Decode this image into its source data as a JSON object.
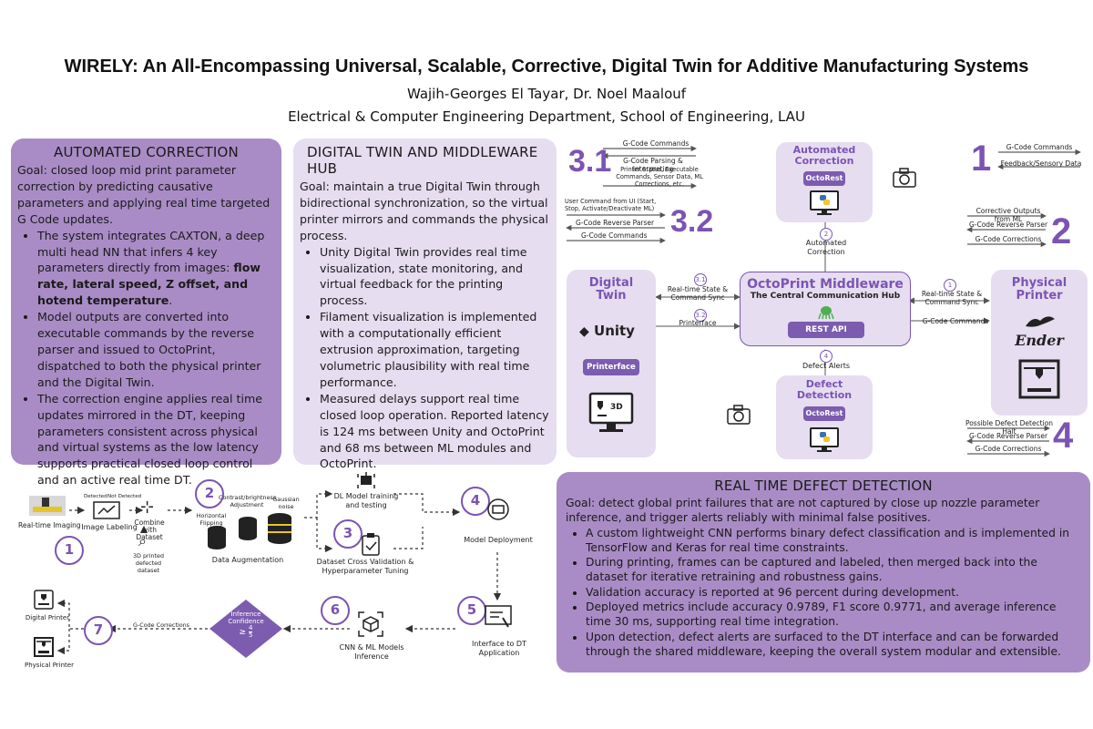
{
  "header": {
    "title": "WIRELY: An All-Encompassing Universal, Scalable, Corrective, Digital Twin for Additive Manufacturing Systems",
    "authors": "Wajih-Georges El Tayar, Dr. Noel Maalouf",
    "department": "Electrical & Computer Engineering Department, School of Engineering, LAU"
  },
  "automated_correction": {
    "heading": "AUTOMATED CORRECTION",
    "goal": "Goal: closed loop mid print parameter correction by predicting causative parameters and applying real time targeted G Code updates.",
    "b1_pre": "The system integrates CAXTON, a deep multi head NN that infers 4 key parameters directly from images: ",
    "b1_bold": "flow rate, lateral speed, Z offset, and hotend temperature",
    "b1_post": ".",
    "b2": "Model outputs are converted into executable commands by the reverse parser and issued to OctoPrint, dispatched to both the physical printer and the Digital Twin.",
    "b3": "The correction engine applies real time updates mirrored in the DT, keeping parameters consistent across physical and virtual systems as the low latency supports practical closed loop control and an active real time DT."
  },
  "digital_twin": {
    "heading": "DIGITAL TWIN AND MIDDLEWARE HUB",
    "goal": "Goal: maintain a true Digital Twin through bidirectional synchronization, so the virtual printer mirrors and commands the physical process.",
    "b1": "Unity Digital Twin provides real time visualization, state monitoring, and virtual feedback for the printing process.",
    "b2": "Filament visualization is implemented with a computationally efficient extrusion approximation, targeting volumetric plausibility with real time performance.",
    "b3": "Measured delays support real time closed loop operation. Reported latency is 124 ms between Unity and OctoPrint and 68 ms between ML modules and OctoPrint."
  },
  "defect_detection": {
    "heading": "REAL TIME DEFECT DETECTION",
    "goal": "Goal: detect global print failures that are not captured by close up nozzle parameter inference, and trigger alerts reliably with minimal false positives.",
    "b1": "A custom lightweight CNN performs binary defect classification and is implemented in TensorFlow and Keras for real time constraints.",
    "b2": "During printing, frames can be captured and labeled, then merged back into the dataset for iterative retraining and robustness gains.",
    "b3": "Validation accuracy is reported at 96 percent during development.",
    "b4": "Deployed metrics include accuracy 0.9789, F1 score 0.9771, and average inference time 30 ms, supporting real time integration.",
    "b5": "Upon detection, defect alerts are surfaced to the DT interface and can be forwarded through the shared middleware, keeping the overall system modular and extensible."
  },
  "architecture": {
    "n31": "3.1",
    "n32": "3.2",
    "n1": "1",
    "n2": "2",
    "n4": "4",
    "flow31_a": "G-Code Commands",
    "flow31_b": "G-Code Parsing & Interpreting",
    "flow31_c": "Printer Status, Executable Commands, Sensor Data, ML Corrections, etc.",
    "flow32_a": "User Command from UI (Start, Stop, Activate/Deactivate ML)",
    "flow32_b": "G-Code Reverse Parser",
    "flow32_c": "G-Code Commands",
    "flow1_a": "G-Code Commands",
    "flow1_b": "Feedback/Sensory Data",
    "flow2_a": "Corrective Outputs from ML",
    "flow2_b": "G-Code Reverse Parser",
    "flow2_c": "G-Code Corrections",
    "flow4_a": "Possible Defect Detection Halt",
    "flow4_b": "G-Code Reverse Parser",
    "flow4_c": "G-Code Corrections",
    "auto_title": "Automated Correction",
    "auto_btn": "OctoRest",
    "auto_arrow_num": "2",
    "auto_arrow_label": "Automated Correction",
    "mw_title": "OctoPrint Middleware",
    "mw_subtitle": "The Central Communication Hub",
    "mw_btn": "REST API",
    "dt_title": "Digital Twin",
    "unity_label": "Unity",
    "dt_btn": "Printerface",
    "dt_3d": "3D",
    "dt_arrow31_num": "3.1",
    "dt_arrow31_label": "Real-time State & Command Sync",
    "dt_arrow32_num": "3.2",
    "dt_arrow32_label": "Printerface",
    "pp_title": "Physical Printer",
    "pp_ender": "Ender",
    "pp_arrow1_num": "1",
    "pp_arrow1_label": "Real-time State & Command Sync",
    "pp_arrow_gcode": "G-Code Commands",
    "dd_title": "Defect Detection",
    "dd_btn": "OctoRest",
    "dd_arrow_num": "4",
    "dd_arrow_label": "Defect Alerts"
  },
  "pipeline": {
    "realtime_imaging": "Real-time Imaging",
    "image_labeling": "Image Labeling",
    "detected": "Detected",
    "not_detected": "Not Detected",
    "combine": "Combine with Dataset",
    "printed_dataset": "3D printed defected dataset",
    "horizontal_flip": "Horizontal Flipping",
    "contrast": "Contrast/brightness Adjustment",
    "gaussian": "Gaussian noise",
    "data_aug": "Data Augmentation",
    "dl_training": "DL Model training and testing",
    "cross_val": "Dataset Cross Validation & Hyperparameter Tuning",
    "deployment": "Model Deployment",
    "interface": "Interface to DT Application",
    "inference": "CNN & ML Models Inference",
    "inference_conf": "Inference Confidence",
    "conf_ge": "≥",
    "conf_frac_top": "4",
    "conf_frac_bot": "5",
    "gcode_corr": "G-Code Corrections",
    "digital_printer": "Digital Printer",
    "physical_printer": "Physical Printer",
    "s1": "1",
    "s2": "2",
    "s3": "3",
    "s4": "4",
    "s5": "5",
    "s6": "6",
    "s7": "7"
  },
  "colors": {
    "purple_panel": "#a98cc6",
    "light_panel": "#e6ddf0",
    "accent": "#7b54b3",
    "button": "#7c5cae"
  }
}
